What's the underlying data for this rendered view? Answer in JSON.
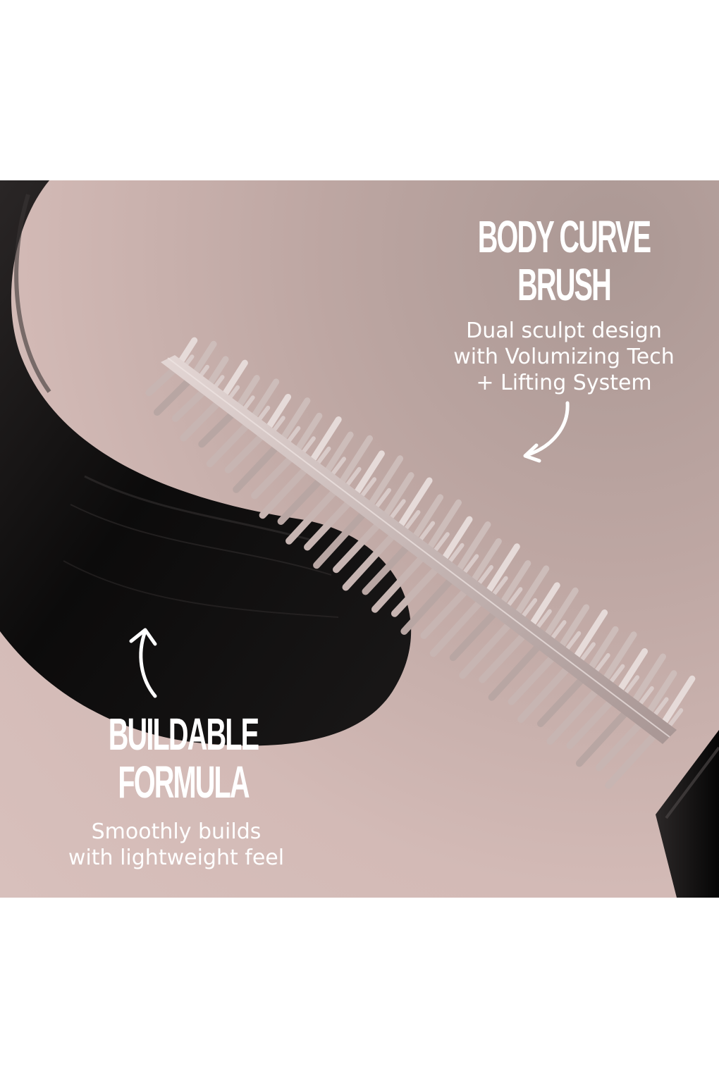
{
  "callouts": {
    "body_curve_brush": {
      "title_line1": "BODY CURVE",
      "title_line2": "BRUSH",
      "description": "Dual sculpt design\nwith Volumizing Tech\n+ Lifting System",
      "arrow_icon": "curved-arrow-down-left-icon"
    },
    "buildable_formula": {
      "title_line1": "BUILDABLE",
      "title_line2": "FORMULA",
      "description": "Smoothly builds\nwith lightweight feel",
      "arrow_icon": "curved-arrow-up-icon"
    }
  },
  "colors": {
    "background": "#d3bab6",
    "text": "#ffffff",
    "formula": "#141212",
    "brush": "#c8b6b3"
  },
  "scene": {
    "subject": "mascara-brush-with-formula-swirl"
  }
}
